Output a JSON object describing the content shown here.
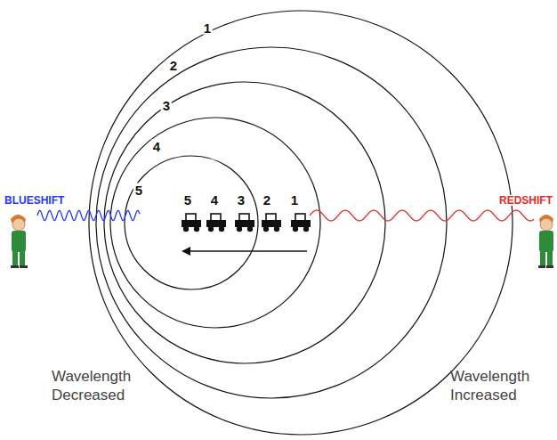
{
  "diagram": {
    "labels": [
      "1",
      "2",
      "3",
      "4",
      "5",
      "BLUESHIFT",
      "5",
      "4",
      "3",
      "2",
      "1",
      "REDSHIFT",
      "Wavelength Decreased",
      "Wavelength Increased"
    ]
  }
}
